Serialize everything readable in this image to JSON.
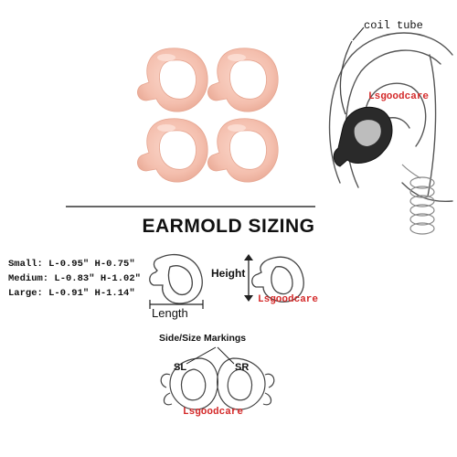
{
  "callout": {
    "coil_tube": "coil tube"
  },
  "title": "EARMOLD SIZING",
  "sizes": [
    "Small: L-0.95″ H-0.75″",
    "Medium: L-0.83″ H-1.02″",
    "Large: L-0.91″ H-1.14″"
  ],
  "labels": {
    "height": "Height",
    "length": "Length",
    "side_size_markings": "Side/Size Markings",
    "sl": "SL",
    "sr": "SR"
  },
  "watermark": "Lsgoodcare",
  "colors": {
    "earmold": "#f6c4b4",
    "earmold_edge": "#e8a996",
    "watermark": "#d42a2a"
  }
}
